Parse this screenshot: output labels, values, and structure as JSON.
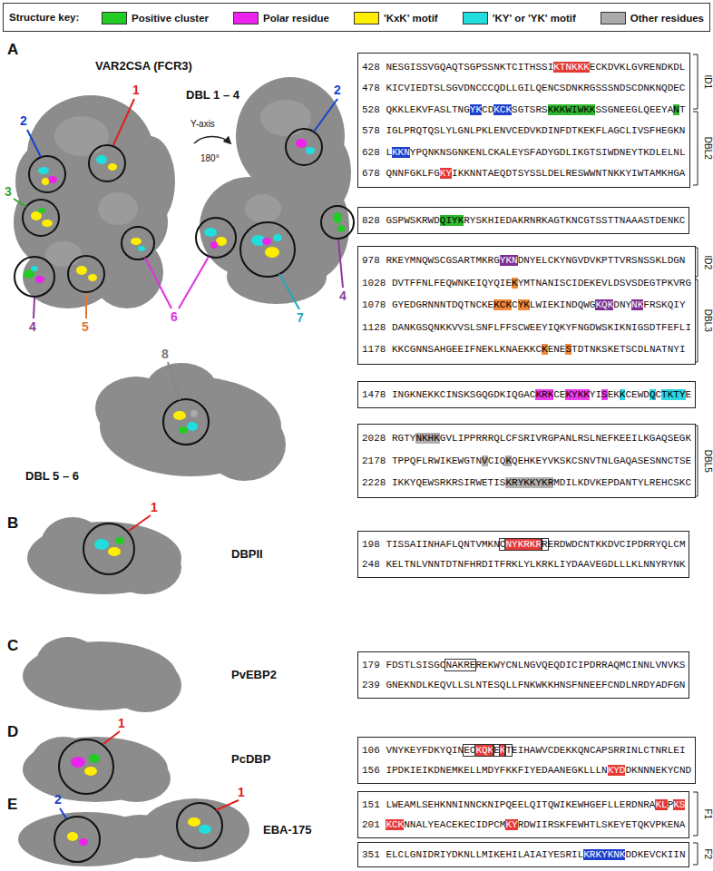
{
  "diagram": {
    "nodes": [
      {
        "text": [
          "428 NESGISSVGQAQTSGPSSNKTCITHSSIKTNKKKECKDVKLGVRENDKDL",
          "478 KICVIEDTSLSGVDNCCCQDLLGILQENCSDNKRGSSSNDSCDNKNQDEC",
          "528 QKKLEKVFASLTNGYKCDKCKSGTSRSKKKWIWKKSSGNEEGLQEEYANT",
          "578 IGLPRQTQSLYLGNLPKLENVCEDVKDINFDTKEKFLAGCLIVSFHEGKN",
          "628 LKKNYPQNKNSGNKENLCKALEYSFADYGDLIKGTSIWDNEYTKDLELNL",
          "678 QNNFGKLFGKYIKKNNTAEQDTSYSSLDELRESWWNTNKKYIWTAMKHGA"
        ]
      },
      {
        "text": [
          "828 GSPWSKRWDQIYKRYSKHIEDAKRNRKAGTKNCGTSSTTNAAASTDENKC"
        ]
      },
      {
        "text": [
          "978 RKEYMNQWSCGSARTMKRGYKNDNYELCKYNGVDVKPTTVRSNSSKLDGN",
          "1028 DVTFFNLFEQWNKEIQYQIEKYMTNANISCIDEKEVLDSVSDEGTPKVRG",
          "1078 GYEDGRNNNTDQTNCKEKCKCYKLWIEKINDQWGKQKDNYNKFRSKQIY",
          "1128 DANKGSQNKKVVSLSNFLFFSCWEEYIQKYFNGDWSKIKNIGSDTFEFLI",
          "1178 KKCGNNSAHGEEIFNEKLKNAEKKCKENESTDTNKSKETSCDLNATNYI"
        ]
      },
      {
        "text": [
          "1478 INGKNEKKCINSKSGQGDKIQGACKRKCEKYKKYISEKKCEWDQCTKTYE"
        ]
      },
      {
        "text": [
          "2028 RGTYNKHKGVLIPPRRRQLCFSRIVRGPANLRSLNEFKEEILKGAQSEGK",
          "2178 TPPQFLRWIKEWGTNVCIQKQEHKEYVKSKCSNVTNLGAQASESNNCTSE",
          "2228 IKKYQEWSRKRSIRWETISKRYKKYKRMDILKDVKEPDANTYLREHCSKC"
        ]
      },
      {
        "text": [
          "198 TISSAIINHAFLQNTVMKNCNYKRKRRERDWDCNTKKDVCIPDRRYQLCM",
          "248 KELTNLVNNTDTNFHRDITFRKLYLKRKLIYDAAVEGDLLLKLNNYRYNK"
        ]
      },
      {
        "text": [
          "179 FDSTLSISGCNAKREREKWYCNLNGVQEQDICIPDRRAQMCINNLVNVKS",
          "239 GNEKNDLKEQVLLSLNTESQLLFNKWKKHNSFNNEEFCNDLNRDYADFGN"
        ]
      },
      {
        "text": [
          "106 VNYKEYFDKYQINECKQKEKTEIHAWVCDEKKQNCAPSRRINLCTNRLEI",
          "156 IPDKIEIKDNEMKELLMDYFKKFIYEDAANEGKLLLNKYDDKNNNEKYCND"
        ]
      },
      {
        "text": [
          "151 LWEAMLSEHKNNINNCKNIPQEELQITQWIKEWHGEFLLERDNRAKLPKS",
          "201 KCKNNALYEACEKECIDPCMKYRDWIIRSKFEWHTLSKEYETQKVPKENA"
        ]
      },
      {
        "text": [
          "351 ELCLGNIDRIYDKNLLMIKEHILAIAIYESRILKRKYKNKDDKEVCKIIN"
        ]
      }
    ],
    "labels": [
      "Structure key:",
      "A",
      "VAR2CSA (FCR3)",
      "DBL 1 – 4",
      "Y-axis",
      "180°",
      "1",
      "2",
      "3",
      "4",
      "5",
      "6",
      "2",
      "7",
      "4",
      "8",
      "DBL 5 – 6",
      "ID1",
      "DBL2",
      "ID2",
      "DBL3",
      "DBL5",
      "B",
      "1",
      "DBPII",
      "C",
      "PvEBP2",
      "D",
      "1",
      "PcDBP",
      "E",
      "1",
      "2",
      "EBA-175",
      "F1",
      "F2"
    ],
    "legend": [
      {
        "text": "Positive cluster",
        "color": "#22cc22"
      },
      {
        "text": "Polar residue",
        "color": "#ee22ee"
      },
      {
        "text": "'KxK' motif",
        "color": "#ffee00"
      },
      {
        "text": "'KY' or 'YK' motif",
        "color": "#22dddd"
      },
      {
        "text": "Other residues",
        "color": "#aaaaaa"
      }
    ]
  }
}
